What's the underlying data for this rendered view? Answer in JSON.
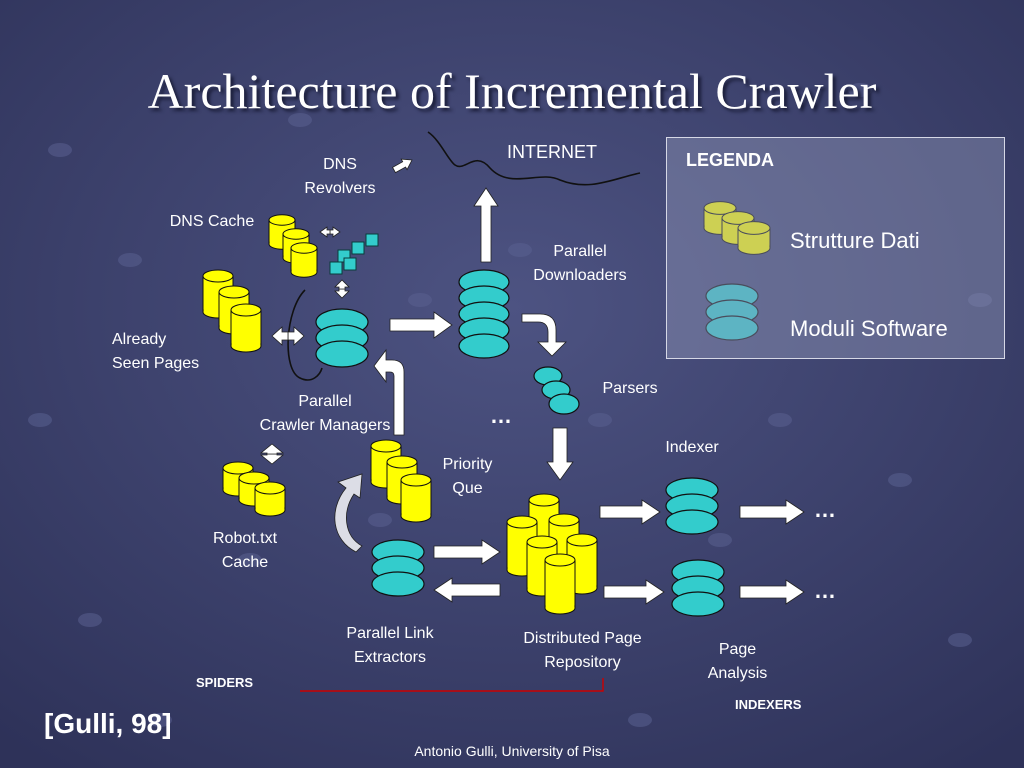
{
  "slide": {
    "title": "Architecture of Incremental Crawler",
    "citation": "[Gulli, 98]",
    "footer": "Antonio Gulli, University of Pisa"
  },
  "legend": {
    "title": "LEGENDA",
    "data_structures": "Strutture Dati",
    "software_modules": "Moduli Software"
  },
  "labels": {
    "internet": "INTERNET",
    "dns_revolvers": "DNS\nRevolvers",
    "dns_cache": "DNS Cache",
    "parallel_downloaders": "Parallel\nDownloaders",
    "already_seen": "Already\nSeen Pages",
    "crawler_managers": "Parallel\nCrawler Managers",
    "parsers": "Parsers",
    "indexer": "Indexer",
    "priority_que": "Priority\nQue",
    "robot_cache": "Robot.txt\nCache",
    "link_extractors": "Parallel Link\nExtractors",
    "page_repository": "Distributed Page\nRepository",
    "page_analysis": "Page\nAnalysis",
    "spiders": "SPIDERS",
    "indexers": "INDEXERS",
    "ellipsis": "…"
  },
  "colors": {
    "background": "#3f4471",
    "data_structure": "#ffff00",
    "software_module": "#33cccc",
    "arrow": "#ffffff",
    "spiders_line": "#cc0000"
  }
}
